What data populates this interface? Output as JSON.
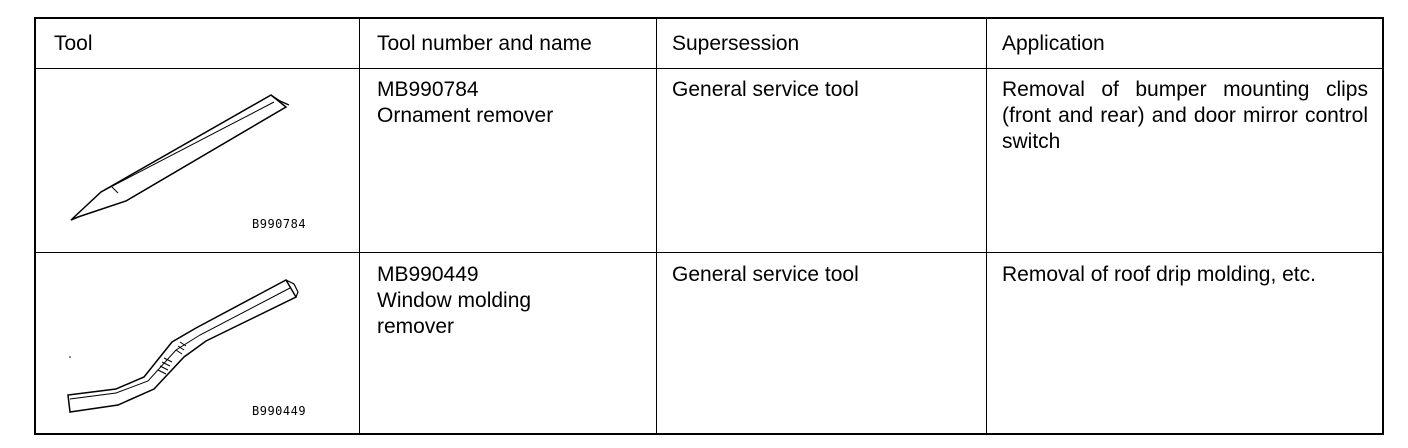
{
  "table": {
    "headers": {
      "tool": "Tool",
      "number_name": "Tool number and name",
      "supersession": "Supersession",
      "application": "Application"
    },
    "rows": [
      {
        "image_code": "B990784",
        "image_icon": "ornament-remover-drawing",
        "tool_number": "MB990784",
        "tool_name": "Ornament remover",
        "supersession": "General service tool",
        "application": "Removal of bumper mounting clips (front and rear) and door mirror control switch"
      },
      {
        "image_code": "B990449",
        "image_icon": "window-molding-remover-drawing",
        "tool_number": "MB990449",
        "tool_name_lines": [
          "Window molding",
          "remover"
        ],
        "supersession": "General service tool",
        "application": "Removal of roof drip molding, etc."
      }
    ]
  }
}
